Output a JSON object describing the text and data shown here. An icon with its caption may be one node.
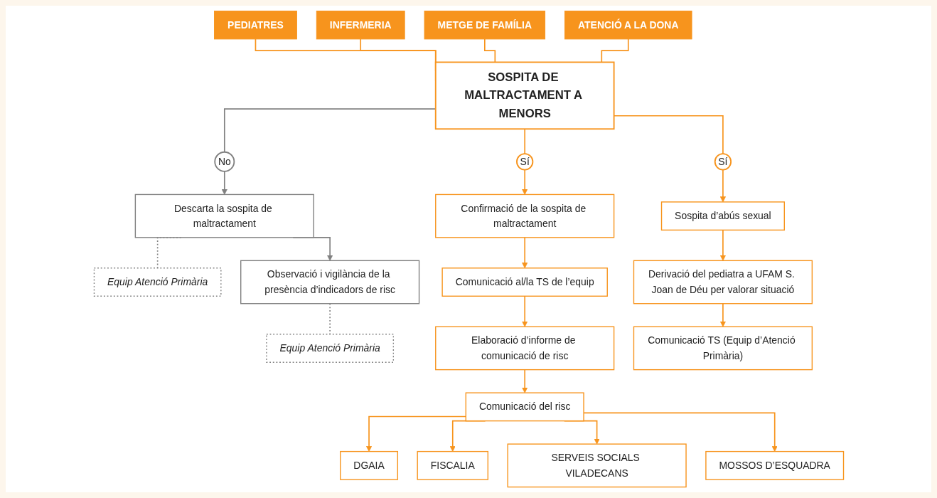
{
  "diagram": {
    "nodes": [
      {
        "text": [
          "PEDIATRES"
        ]
      },
      {
        "text": [
          "INFERMERIA"
        ]
      },
      {
        "text": [
          "METGE DE FAMÍLIA"
        ]
      },
      {
        "text": [
          "ATENCIÓ A LA DONA"
        ]
      },
      {
        "text": [
          "SOSPITA DE MALTRACTAMENT A MENORS"
        ]
      },
      {
        "text": [
          "Sí"
        ]
      },
      {
        "text": [
          "Sí"
        ]
      },
      {
        "text": [
          "No"
        ]
      },
      {
        "text": [
          "Confirmació de la sospita de maltractament"
        ]
      },
      {
        "text": [
          "Sospita d’abús sexual"
        ]
      },
      {
        "text": [
          "Descarta la sospita de maltractament"
        ]
      },
      {
        "text": [
          "Equip Atenció Primària"
        ]
      },
      {
        "text": [
          "Comunicació al/la TS de l’equip"
        ]
      },
      {
        "text": [
          "Derivació del pediatra a UFAM S. Joan de Déu per valorar situació"
        ]
      },
      {
        "text": [
          "Observació i vigilància de la presència d’indicadors de risc"
        ]
      },
      {
        "text": [
          "Equip Atenció Primària"
        ]
      },
      {
        "text": [
          "Elaboració d’informe de comunicació de risc"
        ]
      },
      {
        "text": [
          "Comunicació TS (Equip d’Atenció Primària)"
        ]
      },
      {
        "text": [
          "Comunicació del risc"
        ]
      },
      {
        "text": [
          "DGAIA"
        ]
      },
      {
        "text": [
          "FISCALIA"
        ]
      },
      {
        "text": [
          "SERVEIS SOCIALS VILADECANS"
        ]
      },
      {
        "text": [
          "MOSSOS D’ESQUADRA"
        ]
      }
    ],
    "edges": [
      {
        "from": 0,
        "to": 4,
        "arrow": "none"
      },
      {
        "from": 1,
        "to": 4,
        "arrow": "none"
      },
      {
        "from": 2,
        "to": 4,
        "arrow": "none"
      },
      {
        "from": 3,
        "to": 4,
        "arrow": "none"
      },
      {
        "from": 4,
        "to": 5,
        "arrow": "none"
      },
      {
        "from": 4,
        "to": 6,
        "arrow": "none"
      },
      {
        "from": 4,
        "to": 7,
        "arrow": "none",
        "color": "#808080"
      },
      {
        "from": 5,
        "to": 8,
        "arrow": "to"
      },
      {
        "from": 6,
        "to": 9,
        "arrow": "to"
      },
      {
        "from": 7,
        "to": 10,
        "arrow": "to",
        "color": "#808080"
      },
      {
        "from": 10,
        "to": 11,
        "arrow": "none",
        "style": "dashed",
        "color": "#808080"
      },
      {
        "from": 8,
        "to": 12,
        "arrow": "to"
      },
      {
        "from": 9,
        "to": 13,
        "arrow": "to"
      },
      {
        "from": 10,
        "to": 14,
        "arrow": "to",
        "color": "#808080"
      },
      {
        "from": 14,
        "to": 15,
        "arrow": "none",
        "style": "dashed",
        "color": "#808080"
      },
      {
        "from": 12,
        "to": 16,
        "arrow": "to"
      },
      {
        "from": 13,
        "to": 17,
        "arrow": "to"
      },
      {
        "from": 16,
        "to": 18,
        "arrow": "to"
      },
      {
        "from": 18,
        "to": 19,
        "arrow": "to"
      },
      {
        "from": 18,
        "to": 20,
        "arrow": "to"
      },
      {
        "from": 18,
        "to": 21,
        "arrow": "to"
      },
      {
        "from": 18,
        "to": 22,
        "arrow": "to"
      }
    ]
  }
}
